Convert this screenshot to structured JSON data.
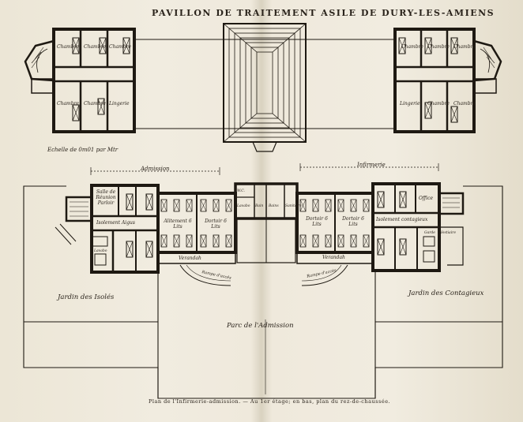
{
  "title": "PAVILLON DE TRAITEMENT ASILE DE DURY-LES-AMIENS",
  "caption": "Plan de l'Infirmerie-admission. — Au 1er étage; en bas, plan du rez-de-chaussée.",
  "scale_label": "Echelle de 0m01 par Mtr",
  "upper_floor": {
    "left_rooms": [
      "Chambre",
      "Chambre",
      "Chambre",
      "Chambre",
      "Chambre",
      "Lingerie"
    ],
    "right_rooms": [
      "Chambre",
      "Chambre",
      "Chambre",
      "Lingerie",
      "Chambre",
      "Chambre"
    ]
  },
  "ground_floor": {
    "section_admission": "Admission",
    "section_infirmerie": "Infirmerie",
    "salle_reunion": "Salle de Réunion Parloir",
    "isolement_aigus": "Isolement Aigus",
    "alitement": "Alitement 6 Lits",
    "dortoir_left": "Dortoir 6 Lits",
    "dortoir_right_1": "Dortoir 6 Lits",
    "dortoir_right_2": "Dortoir 6 Lits",
    "office": "Office",
    "isolement_contagieux": "Isolement contagieux",
    "verandah_left": "Verandah",
    "verandah_right": "Verandah",
    "small_labels": [
      "W.C.",
      "Lavabo",
      "Bain",
      "Bains",
      "Sanitaire",
      "Garde",
      "Vestiaire",
      "Lavabo"
    ]
  },
  "gardens": {
    "left": "Jardin des Isolés",
    "right": "Jardin des Contagieux",
    "park": "Parc de l'Admission"
  },
  "ramps": {
    "left": "Rampe d'accès",
    "right": "Rampe d'accès"
  },
  "colors": {
    "ink": "#2a231b",
    "paper": "#efe9dc",
    "wall": "#1e1912"
  }
}
